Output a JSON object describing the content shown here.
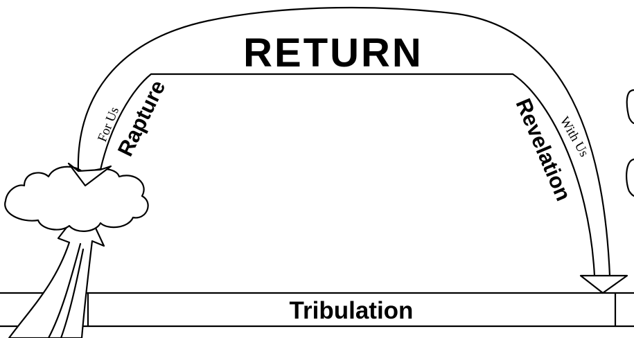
{
  "title": "RETURN",
  "left_arrow": {
    "outer_label": "For Us",
    "inner_label": "Rapture"
  },
  "right_arrow": {
    "outer_label": "With Us",
    "inner_label": "Revelation"
  },
  "timeline": {
    "label": "Tribulation"
  }
}
